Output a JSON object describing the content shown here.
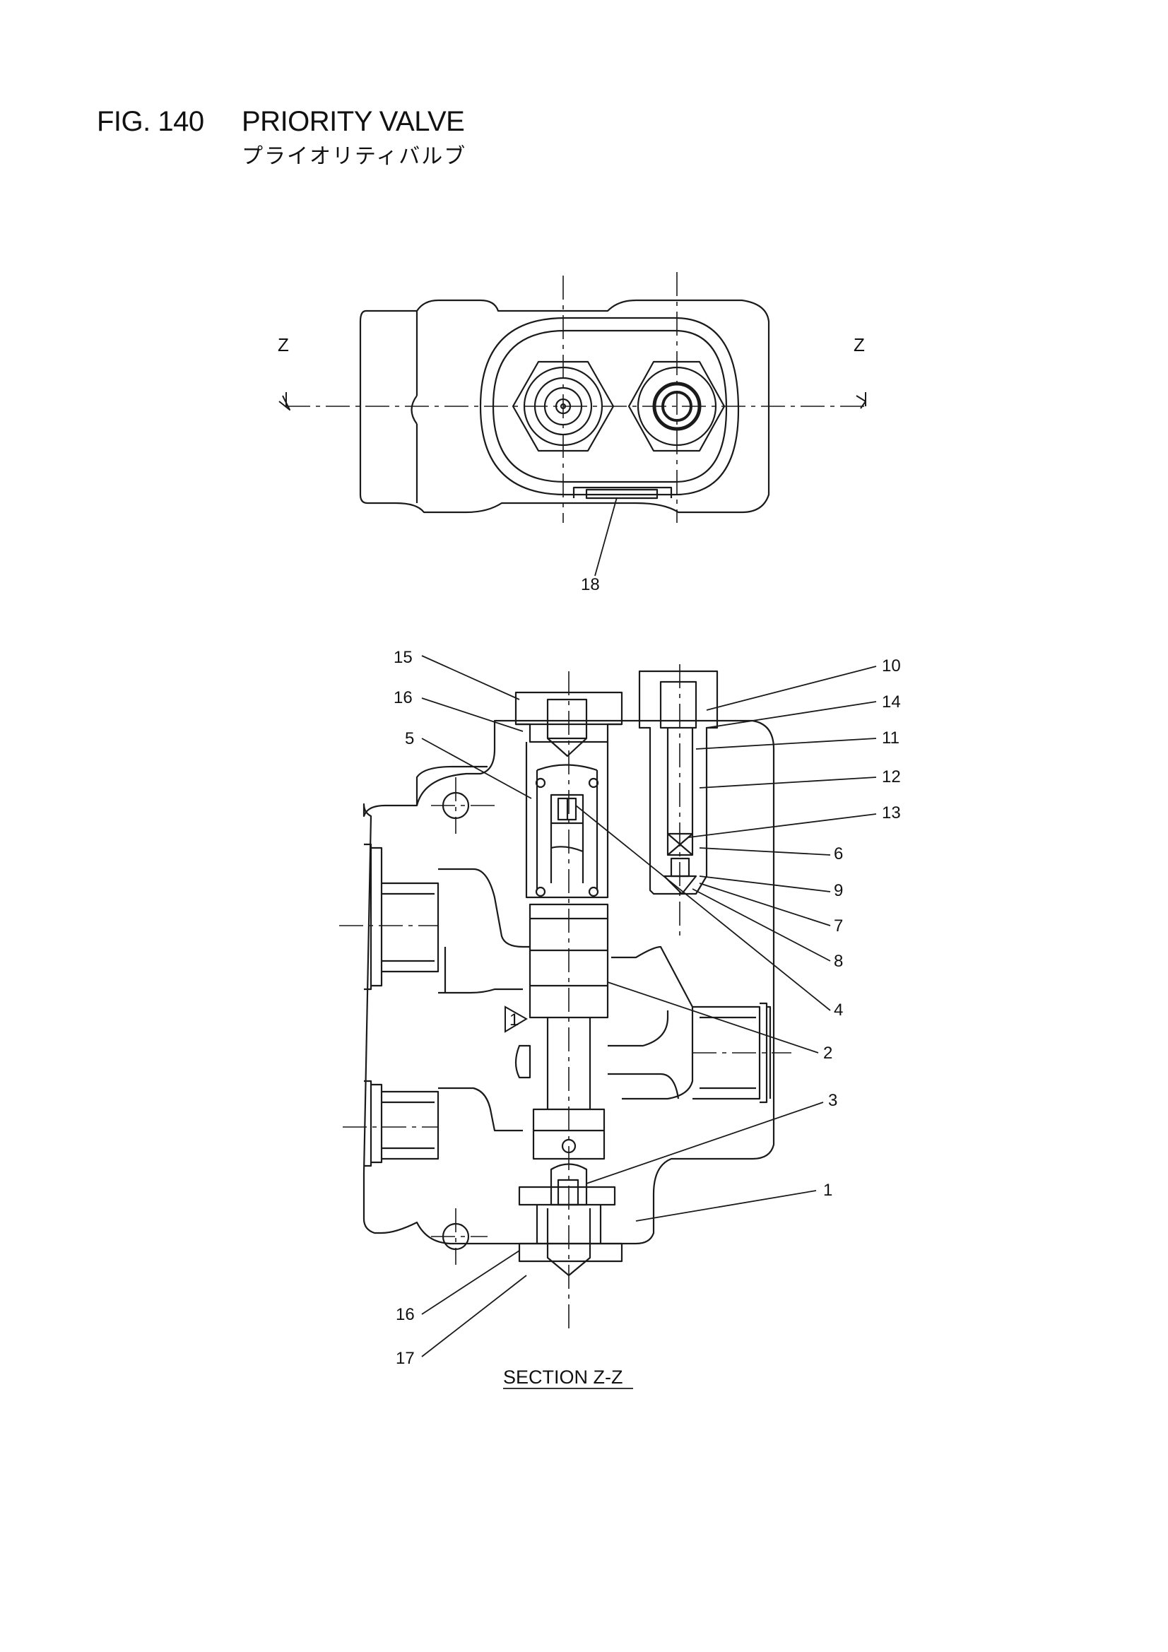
{
  "figure": {
    "number": "FIG. 140",
    "title": "PRIORITY VALVE",
    "subtitle_jp": "プライオリティバルブ"
  },
  "top_view": {
    "section_marks": [
      "Z",
      "Z"
    ],
    "callouts": [
      "18"
    ]
  },
  "section_view": {
    "caption": "SECTION Z-Z",
    "callouts_left": [
      "15",
      "16",
      "5",
      "16",
      "17"
    ],
    "callouts_right": [
      "10",
      "14",
      "11",
      "12",
      "13",
      "6",
      "9",
      "7",
      "8",
      "4",
      "2",
      "3",
      "1"
    ],
    "flow_mark": "1"
  }
}
